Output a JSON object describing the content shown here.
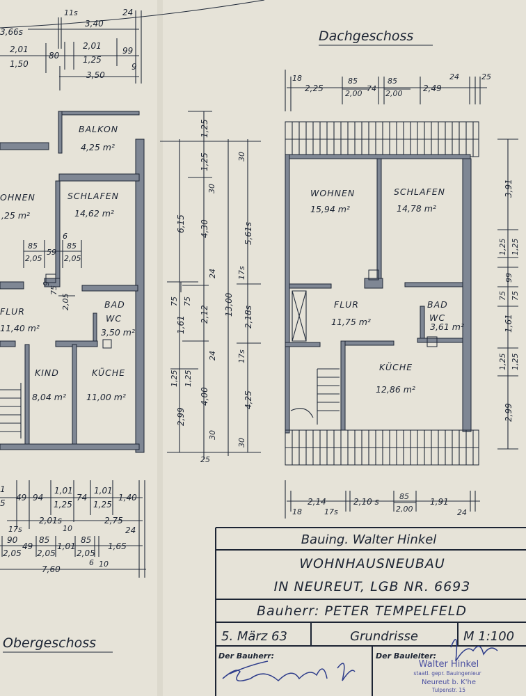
{
  "obergeschoss": {
    "title": "Obergeschoss",
    "rooms": [
      {
        "name": "BALKON",
        "area": "4,25 m²"
      },
      {
        "name": "OHNEN",
        "area": ",25 m²"
      },
      {
        "name": "SCHLAFEN",
        "area": "14,62 m²"
      },
      {
        "name": "FLUR",
        "area": "11,40 m²"
      },
      {
        "name": "BAD",
        "name2": "WC",
        "area": "3,50 m²"
      },
      {
        "name": "KIND",
        "area": "8,04 m²"
      },
      {
        "name": "KÜCHE",
        "area": "11,00 m²"
      }
    ],
    "dims_top": [
      "3,66s",
      "11s",
      "3,40",
      "24",
      "2,01",
      "1,50",
      "80",
      "2,01",
      "1,25",
      "99",
      "3,50",
      "9"
    ],
    "dims_windows": [
      "85",
      "2,05",
      "59",
      "6",
      "85",
      "2,05",
      "6",
      "75",
      "2,05"
    ],
    "dims_bottom": [
      "1",
      "5",
      "49",
      "94",
      "1,01",
      "1,25",
      "74",
      "1,01",
      "1,25",
      "1,40",
      "2,01s",
      "10",
      "2,75",
      "17s",
      "24",
      "90",
      "2,05",
      "49",
      "85",
      "2,05",
      "1,01",
      "85",
      "2,05",
      "6",
      "10",
      "1,65",
      "7,60"
    ]
  },
  "middle_dims": {
    "col1": [
      "6,15",
      "75",
      "75",
      "1,61",
      "1,25",
      "1,25",
      "2,99"
    ],
    "col2": [
      "1,25",
      "1,25",
      "30",
      "4,30",
      "24",
      "2,12",
      "24",
      "4,00",
      "30",
      "25"
    ],
    "col3": [
      "13,00"
    ],
    "col4": [
      "30",
      "5,61s",
      "17s",
      "2,18s",
      "17s",
      "4,25",
      "30"
    ]
  },
  "dachgeschoss": {
    "title": "Dachgeschoss",
    "rooms": [
      {
        "name": "WOHNEN",
        "area": "15,94 m²"
      },
      {
        "name": "SCHLAFEN",
        "area": "14,78 m²"
      },
      {
        "name": "FLUR",
        "area": "11,75 m²"
      },
      {
        "name": "BAD",
        "name2": "WC",
        "area": "3,61 m²"
      },
      {
        "name": "KÜCHE",
        "area": "12,86 m²"
      }
    ],
    "dims_top": [
      "18",
      "2,25",
      "85",
      "2,00",
      "74",
      "85",
      "2,00",
      "2,49",
      "24",
      "25"
    ],
    "dims_bottom": [
      "18",
      "2,14",
      "17s",
      "2,10 s",
      "85",
      "2,00",
      "1,91",
      "24"
    ],
    "dims_right": [
      "3,91",
      "1,25",
      "1,25",
      "99",
      "75",
      "75",
      "1,61",
      "1,25",
      "1,25",
      "2,99"
    ]
  },
  "title_block": {
    "engineer": "Bauing. Walter Hinkel",
    "project": "WOHNHAUSNEUBAU",
    "location": "IN NEUREUT, LGB NR. 6693",
    "client": "Bauherr: PETER TEMPELFELD",
    "date": "5. März 63",
    "drawing": "Grundrisse",
    "scale": "M 1:100",
    "client_sign_label": "Der Bauherr:",
    "site_manager_label": "Der Bauleiter:",
    "stamp": [
      "Walter Hinkel",
      "staatl. gepr. Bauingenieur",
      "Neureut b. K'he",
      "Tulpenstr. 15"
    ],
    "signatures": [
      "Tempelfeld",
      "Hinkel"
    ]
  }
}
